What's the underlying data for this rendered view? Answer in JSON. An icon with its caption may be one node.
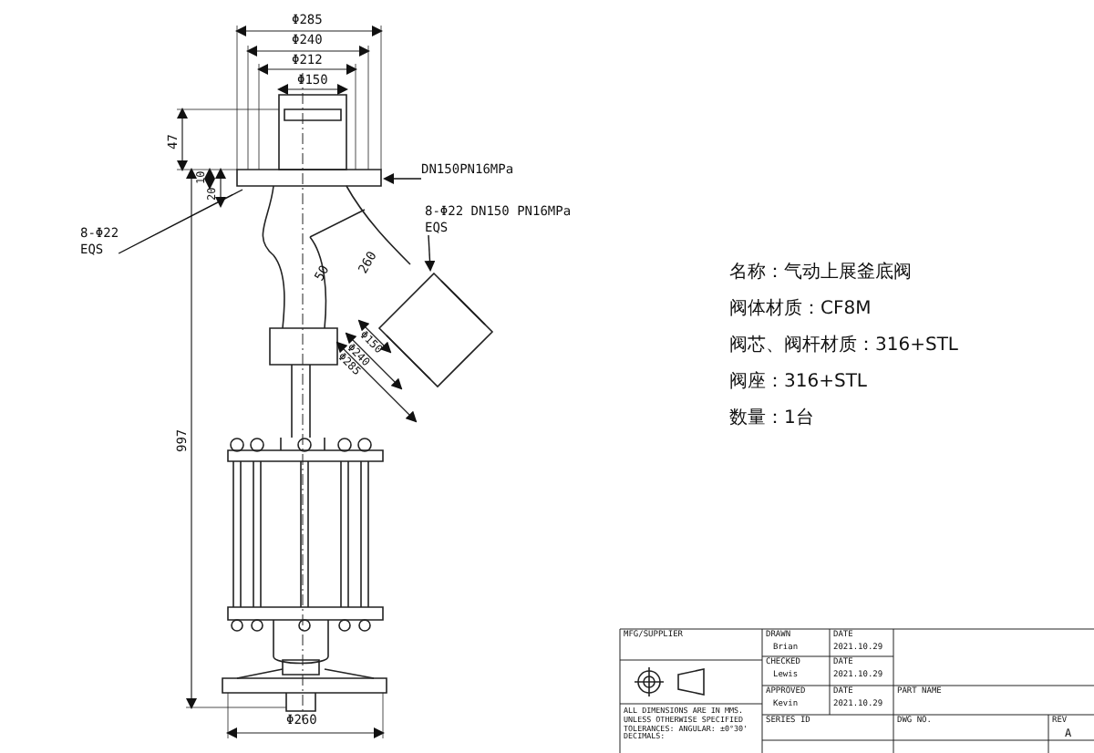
{
  "diagram": {
    "nodes": [
      {
        "text": [
          "DN150PN16MPa"
        ]
      },
      {
        "text": [
          "8-Φ22 DN150 PN16MPa",
          "EQS"
        ]
      },
      {
        "text": [
          "8-Φ22",
          "EQS"
        ]
      }
    ],
    "edges": [
      {
        "from": 0,
        "to": null,
        "arrow": "to"
      },
      {
        "from": 1,
        "to": null,
        "arrow": "to"
      },
      {
        "from": 2,
        "to": null,
        "arrow": "none"
      }
    ],
    "labels": [
      "Φ285",
      "Φ240",
      "Φ212",
      "Φ150",
      "47",
      "10",
      "20",
      "50",
      "260",
      "Φ150",
      "Φ240",
      "Φ285",
      "名称：气动上展釜底阀",
      "阀体材质：CF8M",
      "阀芯、阀杆材质：316+STL",
      "阀座：316+STL",
      "数量：1台",
      "997",
      "Φ260",
      "MFG/SUPPLIER",
      "DRAWN",
      "Brian",
      "DATE",
      "2021.10.29",
      "CHECKED",
      "Lewis",
      "DATE",
      "2021.10.29",
      "APPROVED",
      "Kevin",
      "DATE",
      "2021.10.29",
      "PART NAME",
      "ALL DIMENSIONS ARE IN MMS. UNLESS OTHERWISE SPECIFIED TOLERANCES: ANGULAR: ±0°30' DECIMALS:",
      "SERIES ID",
      "DWG NO.",
      "REV",
      "A"
    ]
  }
}
